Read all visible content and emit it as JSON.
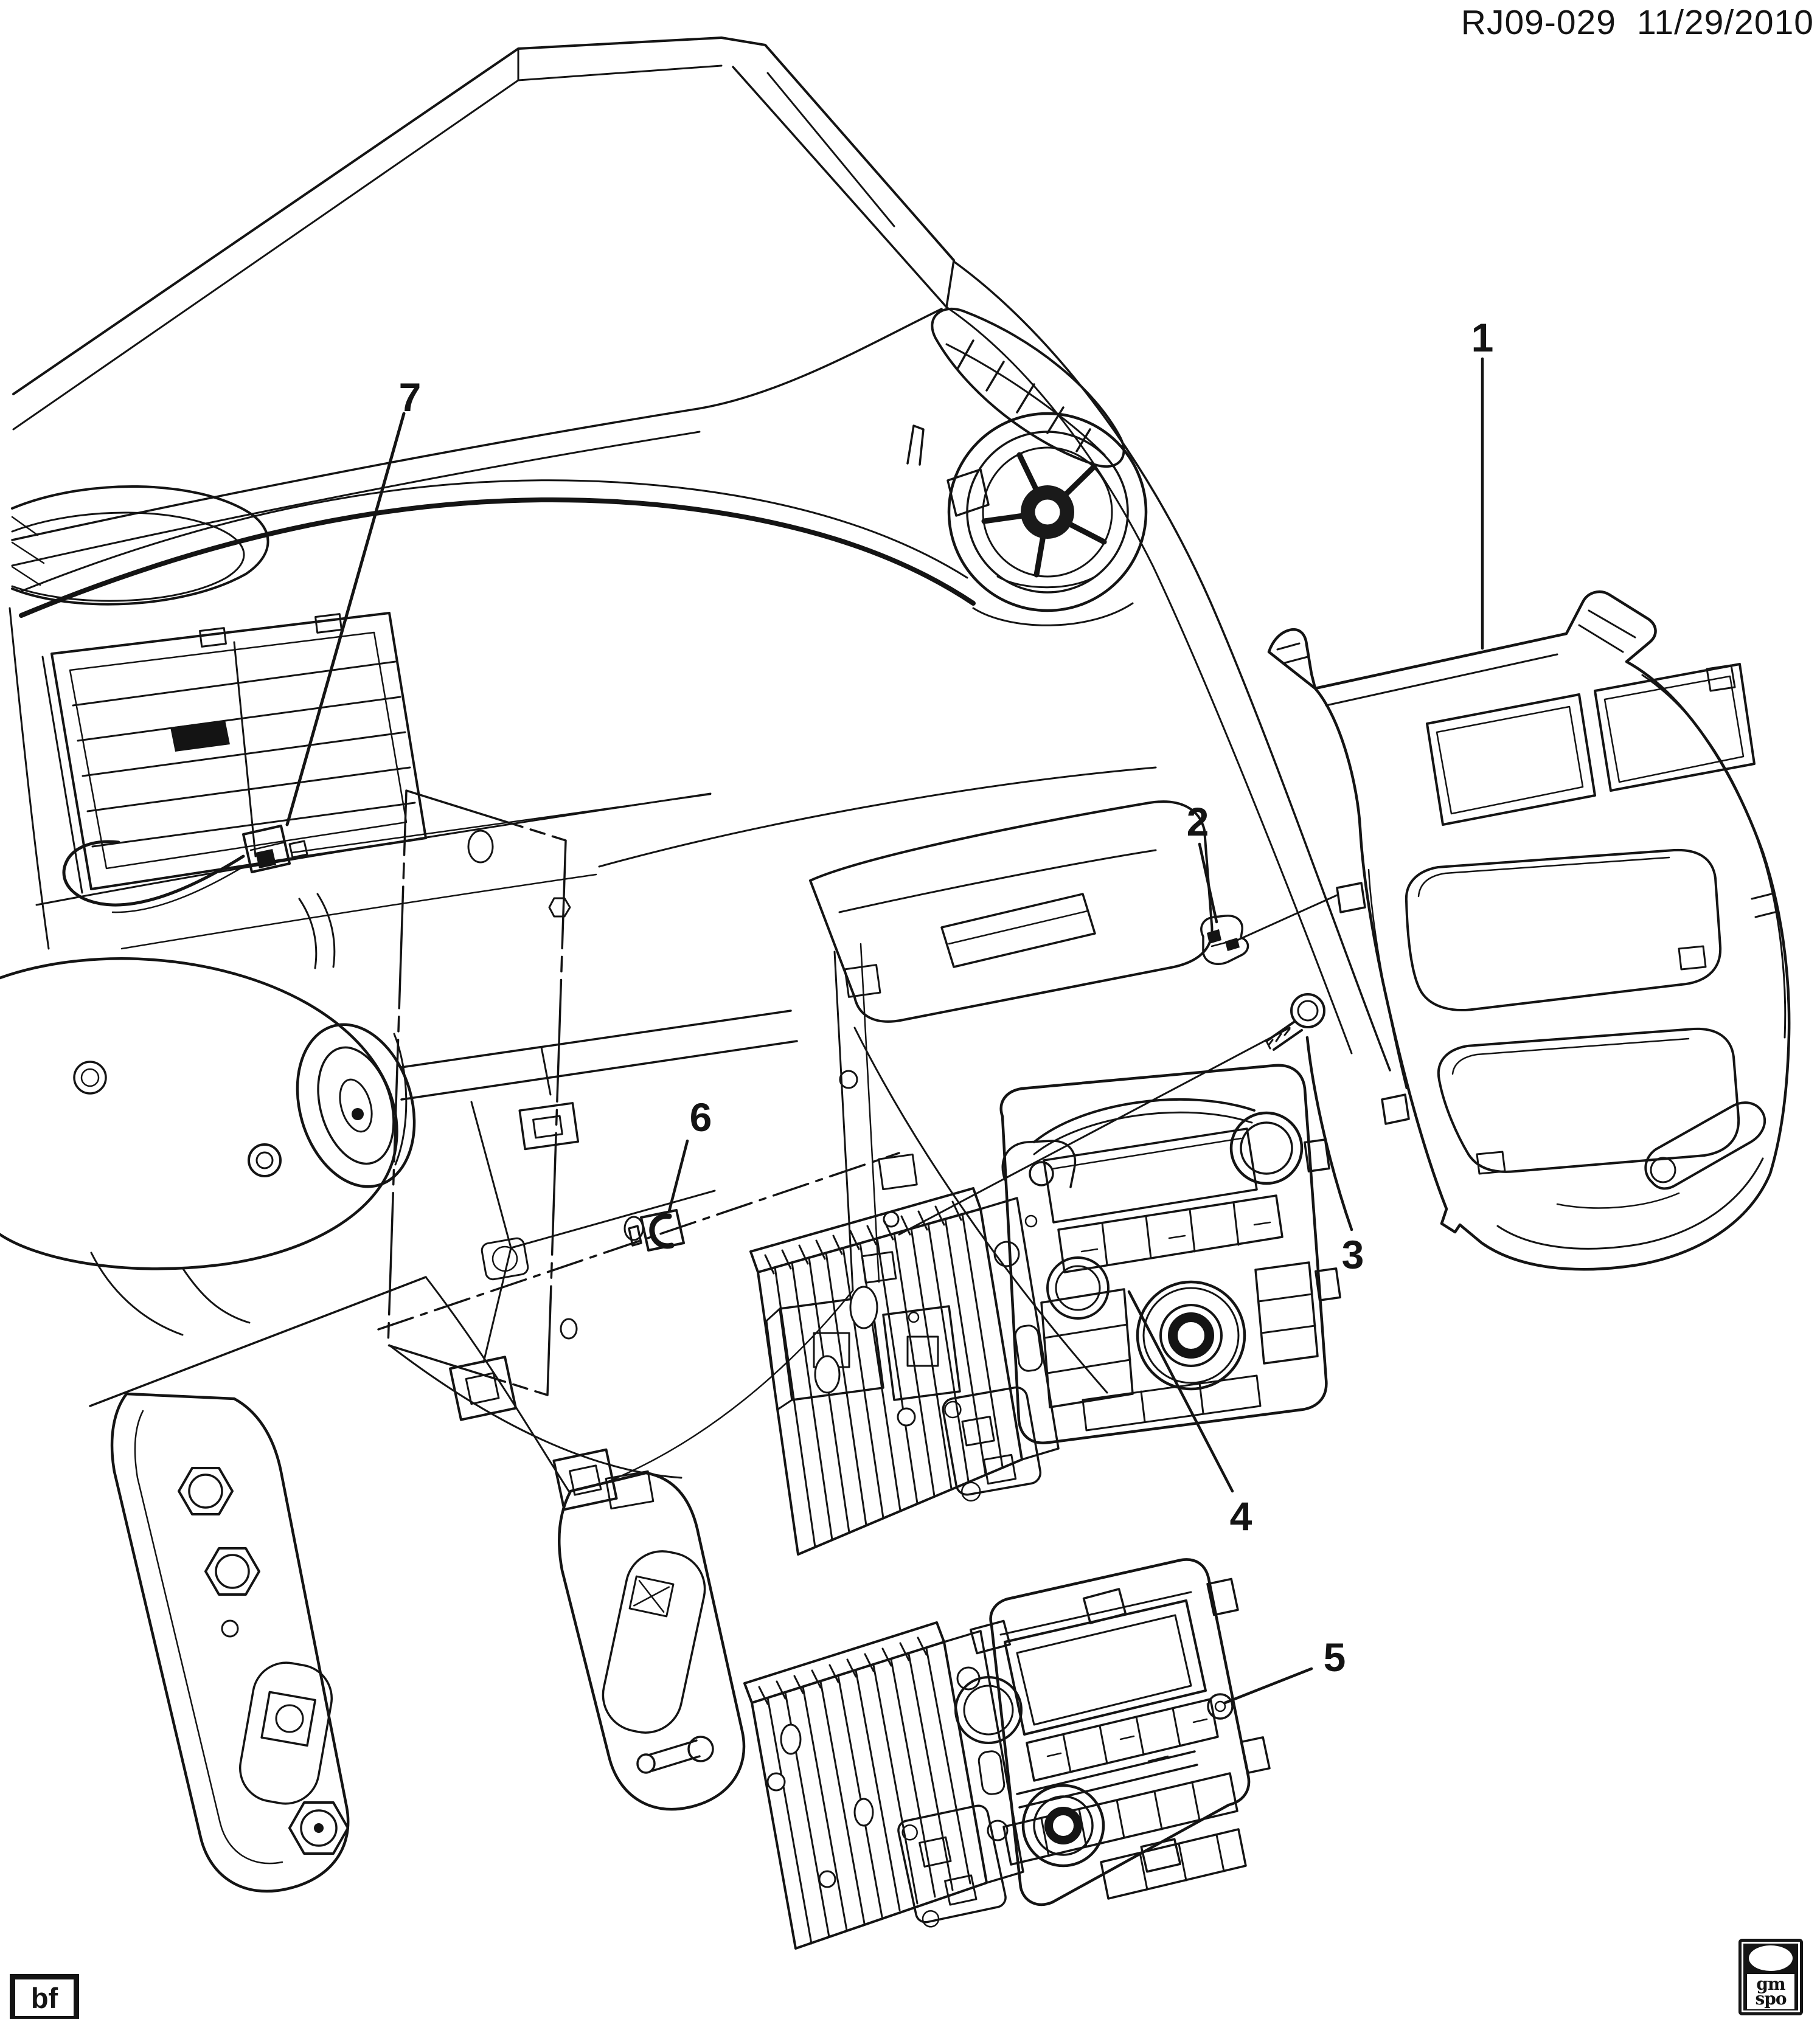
{
  "colors": {
    "background": "#ffffff",
    "ink": "#141414"
  },
  "header": {
    "doc_code": "RJ09-029",
    "date": "11/29/2010"
  },
  "callouts": [
    {
      "label": "1"
    },
    {
      "label": "2"
    },
    {
      "label": "3"
    },
    {
      "label": "4"
    },
    {
      "label": "5"
    },
    {
      "label": "6"
    },
    {
      "label": "7"
    }
  ],
  "footer": {
    "badge": "bf",
    "logo": {
      "line1": "gm",
      "line2": "spo"
    }
  }
}
